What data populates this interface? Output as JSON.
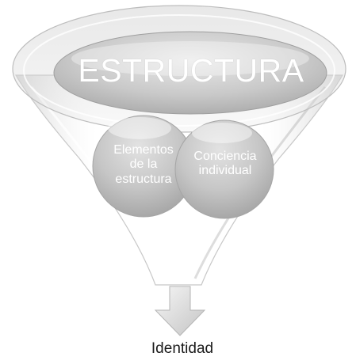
{
  "funnel": {
    "title": "ESTRUCTURA",
    "inputs": [
      {
        "label": "Elementos\nde la\nestructura"
      },
      {
        "label": "Conciencia\nindividual"
      }
    ],
    "output": "Identidad"
  },
  "colors": {
    "shape_fill": "#d4d4d4",
    "shape_dark": "#9a9a9a",
    "ellipse_highlight": "#f4f4f4",
    "text_light": "#ffffff",
    "text_dark": "#1a1a1a"
  }
}
